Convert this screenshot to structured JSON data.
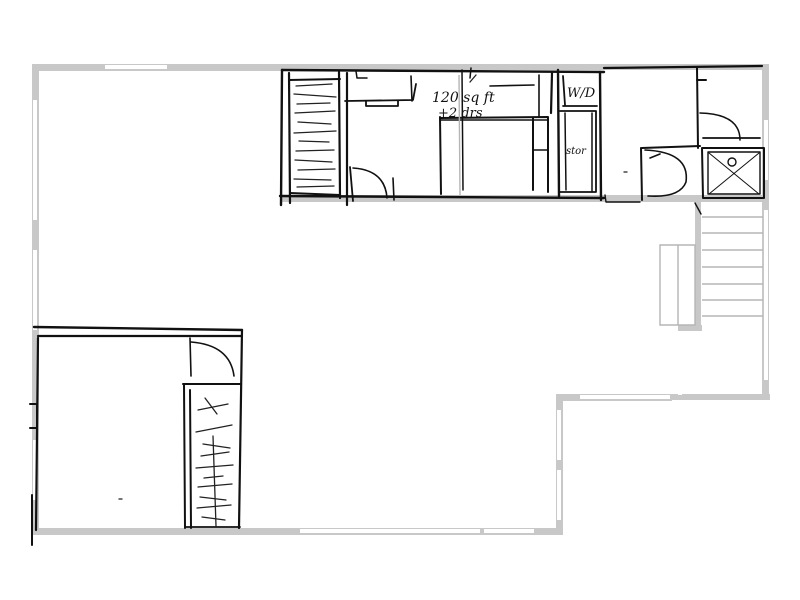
{
  "annotations": {
    "closet_area": "120 sq ft",
    "closet_drawers": "+2 drs",
    "wd_label": "W/D",
    "storage_label": "stor"
  },
  "colors": {
    "wall": "#c8c8c8",
    "ink": "#111111",
    "paper": "#ffffff"
  }
}
